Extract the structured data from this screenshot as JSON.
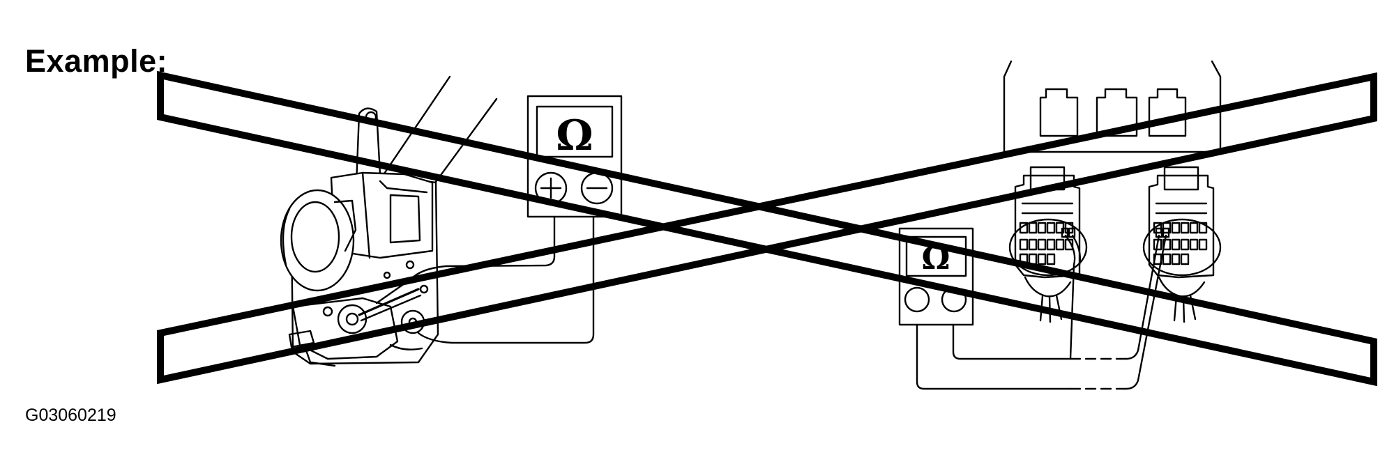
{
  "heading": "Example:",
  "figure_code": "G03060219",
  "meter_symbol": "Ω",
  "crossed_out": true,
  "colors": {
    "line": "#000000",
    "background": "#ffffff"
  },
  "icons": [
    "ohmmeter-icon",
    "terminal-plus-icon",
    "terminal-minus-icon"
  ]
}
